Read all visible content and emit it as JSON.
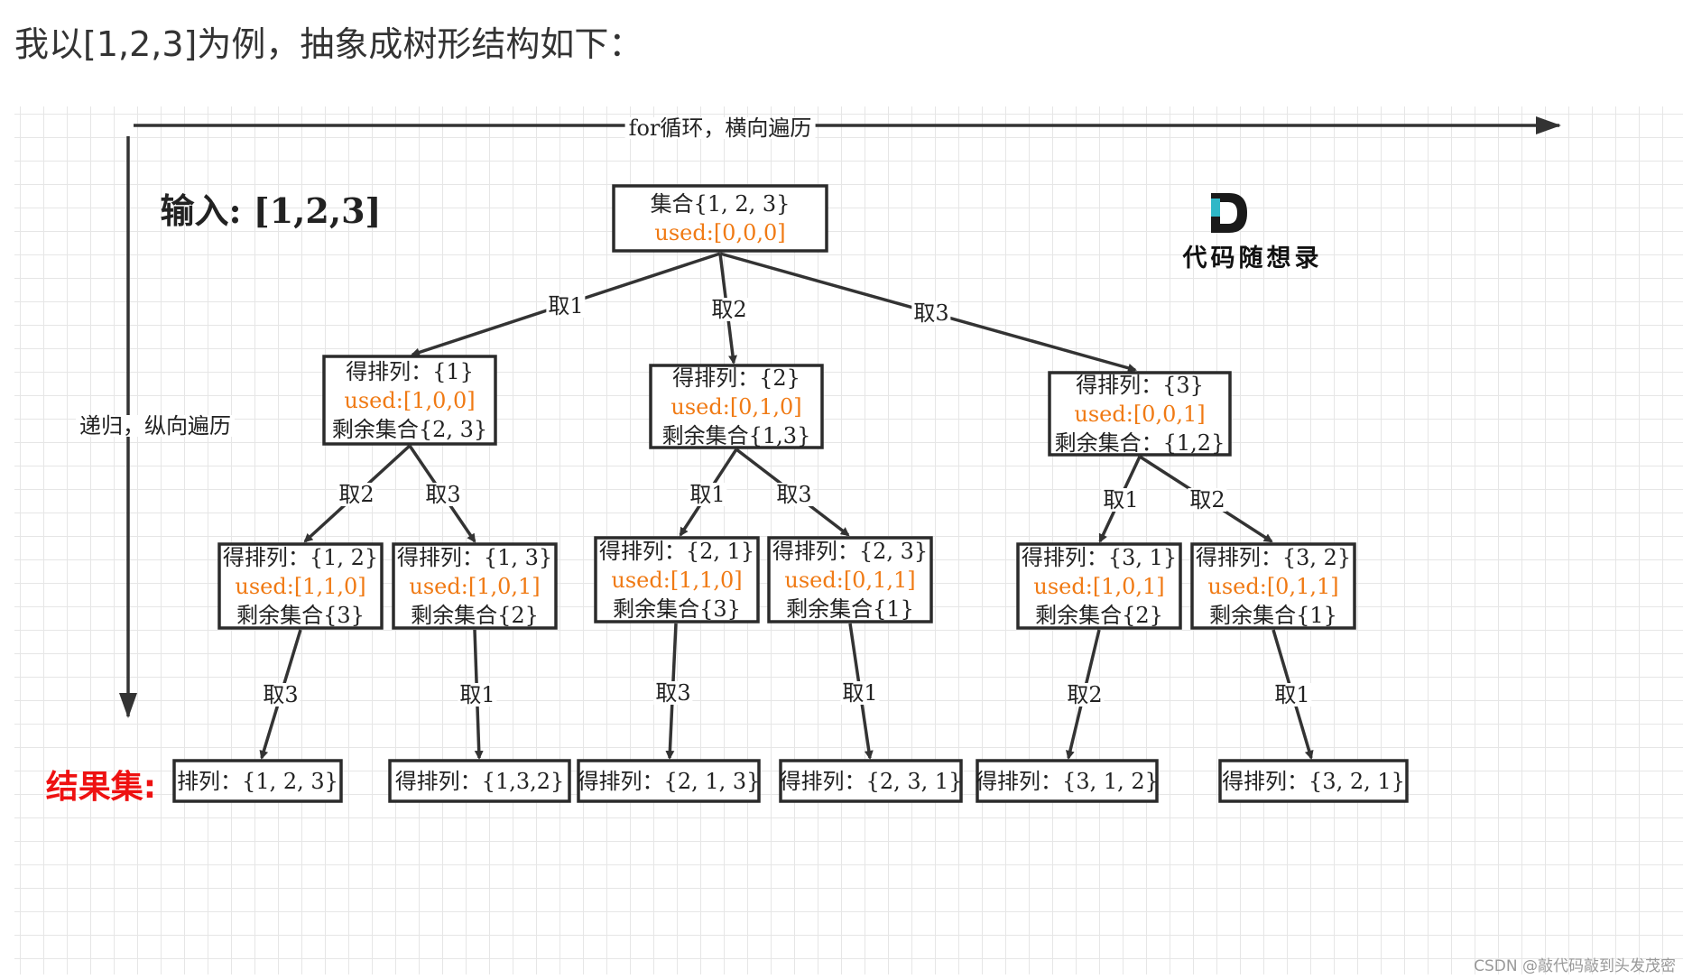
{
  "heading": "我以[1,2,3]为例，抽象成树形结构如下：",
  "axes": {
    "horizontal": "for循环，横向遍历",
    "vertical": "递归，纵向遍历"
  },
  "input_label": "输入: [1,2,3]",
  "result_label": "结果集:",
  "logo": {
    "mark": "D",
    "text": "代码随想录",
    "mark_color": "#1a1a1a",
    "accent_color": "#2fb7c7"
  },
  "colors": {
    "used_text": "#f07a14",
    "result_label": "#ee1111"
  },
  "watermark": "CSDN @敲代码敲到头发茂密",
  "tree": {
    "nodes": [
      {
        "id": "root",
        "lines": [
          "集合{1, 2, 3}"
        ],
        "used": "used:[0,0,0]"
      },
      {
        "id": "n1",
        "lines": [
          "得排列：{1}"
        ],
        "used": "used:[1,0,0]",
        "rest": "剩余集合{2, 3}"
      },
      {
        "id": "n2",
        "lines": [
          "得排列：{2}"
        ],
        "used": "used:[0,1,0]",
        "rest": "剩余集合{1,3}"
      },
      {
        "id": "n3",
        "lines": [
          "得排列：{3}"
        ],
        "used": "used:[0,0,1]",
        "rest": "剩余集合：{1,2}"
      },
      {
        "id": "n12",
        "lines": [
          "得排列：{1, 2}"
        ],
        "used": "used:[1,1,0]",
        "rest": "剩余集合{3}"
      },
      {
        "id": "n13",
        "lines": [
          "得排列：{1, 3}"
        ],
        "used": "used:[1,0,1]",
        "rest": "剩余集合{2}"
      },
      {
        "id": "n21",
        "lines": [
          "得排列：{2, 1}"
        ],
        "used": "used:[1,1,0]",
        "rest": "剩余集合{3}"
      },
      {
        "id": "n23",
        "lines": [
          "得排列：{2, 3}"
        ],
        "used": "used:[0,1,1]",
        "rest": "剩余集合{1}"
      },
      {
        "id": "n31",
        "lines": [
          "得排列：{3, 1}"
        ],
        "used": "used:[1,0,1]",
        "rest": "剩余集合{2}"
      },
      {
        "id": "n32",
        "lines": [
          "得排列：{3, 2}"
        ],
        "used": "used:[0,1,1]",
        "rest": "剩余集合{1}"
      },
      {
        "id": "r123",
        "lines": [
          "排列：{1, 2, 3}"
        ]
      },
      {
        "id": "r132",
        "lines": [
          "得排列：{1,3,2}"
        ]
      },
      {
        "id": "r213",
        "lines": [
          "得排列：{2, 1, 3}"
        ]
      },
      {
        "id": "r231",
        "lines": [
          "得排列：{2, 3, 1}"
        ]
      },
      {
        "id": "r312",
        "lines": [
          "得排列：{3, 1, 2}"
        ]
      },
      {
        "id": "r321",
        "lines": [
          "得排列：{3, 2, 1}"
        ]
      }
    ],
    "edges": [
      {
        "from": "root",
        "to": "n1",
        "label": "取1"
      },
      {
        "from": "root",
        "to": "n2",
        "label": "取2"
      },
      {
        "from": "root",
        "to": "n3",
        "label": "取3"
      },
      {
        "from": "n1",
        "to": "n12",
        "label": "取2"
      },
      {
        "from": "n1",
        "to": "n13",
        "label": "取3"
      },
      {
        "from": "n2",
        "to": "n21",
        "label": "取1"
      },
      {
        "from": "n2",
        "to": "n23",
        "label": "取3"
      },
      {
        "from": "n3",
        "to": "n31",
        "label": "取1"
      },
      {
        "from": "n3",
        "to": "n32",
        "label": "取2"
      },
      {
        "from": "n12",
        "to": "r123",
        "label": "取3"
      },
      {
        "from": "n13",
        "to": "r132",
        "label": "取1"
      },
      {
        "from": "n21",
        "to": "r213",
        "label": "取3"
      },
      {
        "from": "n23",
        "to": "r231",
        "label": "取1"
      },
      {
        "from": "n31",
        "to": "r312",
        "label": "取2"
      },
      {
        "from": "n32",
        "to": "r321",
        "label": "取1"
      }
    ]
  }
}
